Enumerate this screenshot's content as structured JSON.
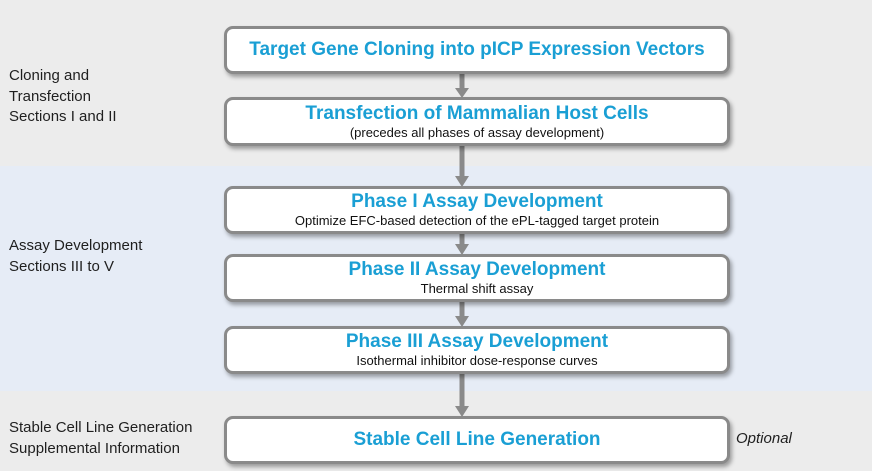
{
  "sections": [
    {
      "label_lines": [
        "Cloning and",
        "Transfection",
        "Sections I and II"
      ]
    },
    {
      "label_lines": [
        "Assay Development",
        "Sections III to V"
      ]
    },
    {
      "label_lines": [
        "Stable Cell Line Generation",
        "Supplemental Information"
      ]
    }
  ],
  "steps": [
    {
      "title": "Target Gene Cloning into pICP Expression Vectors",
      "subtitle": ""
    },
    {
      "title": "Transfection of Mammalian Host Cells",
      "subtitle": "(precedes all phases of assay development)"
    },
    {
      "title": "Phase I Assay Development",
      "subtitle": "Optimize EFC-based detection of the ePL-tagged target protein"
    },
    {
      "title": "Phase II Assay Development",
      "subtitle": "Thermal shift assay"
    },
    {
      "title": "Phase III Assay Development",
      "subtitle": "Isothermal inhibitor dose-response curves"
    },
    {
      "title": "Stable Cell Line Generation",
      "subtitle": ""
    }
  ],
  "optional_note": "Optional",
  "colors": {
    "title_text": "#1a9fd4",
    "box_border": "#8a8a8a",
    "arrow": "#8a8a8a",
    "band_gray": "#ececec",
    "band_blue": "#e6ecf6"
  }
}
